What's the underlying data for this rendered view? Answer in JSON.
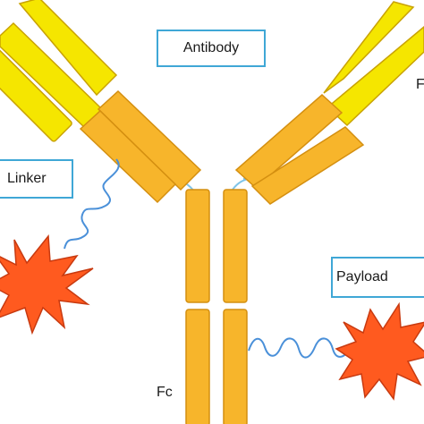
{
  "labels": {
    "antibody": "Antibody",
    "linker": "Linker",
    "payload": "Payload",
    "fc": "Fc",
    "cut_edge_letter": "F"
  },
  "colors": {
    "light_chain": "#f5e600",
    "heavy_chain": "#f7b52b",
    "chain_outline": "#c9a200",
    "heavy_outline": "#d48f10",
    "linker_wave": "#4a90d9",
    "payload_star": "#ff5a1f",
    "payload_outline": "#c83a10",
    "box_border": "#3fa7d6"
  }
}
